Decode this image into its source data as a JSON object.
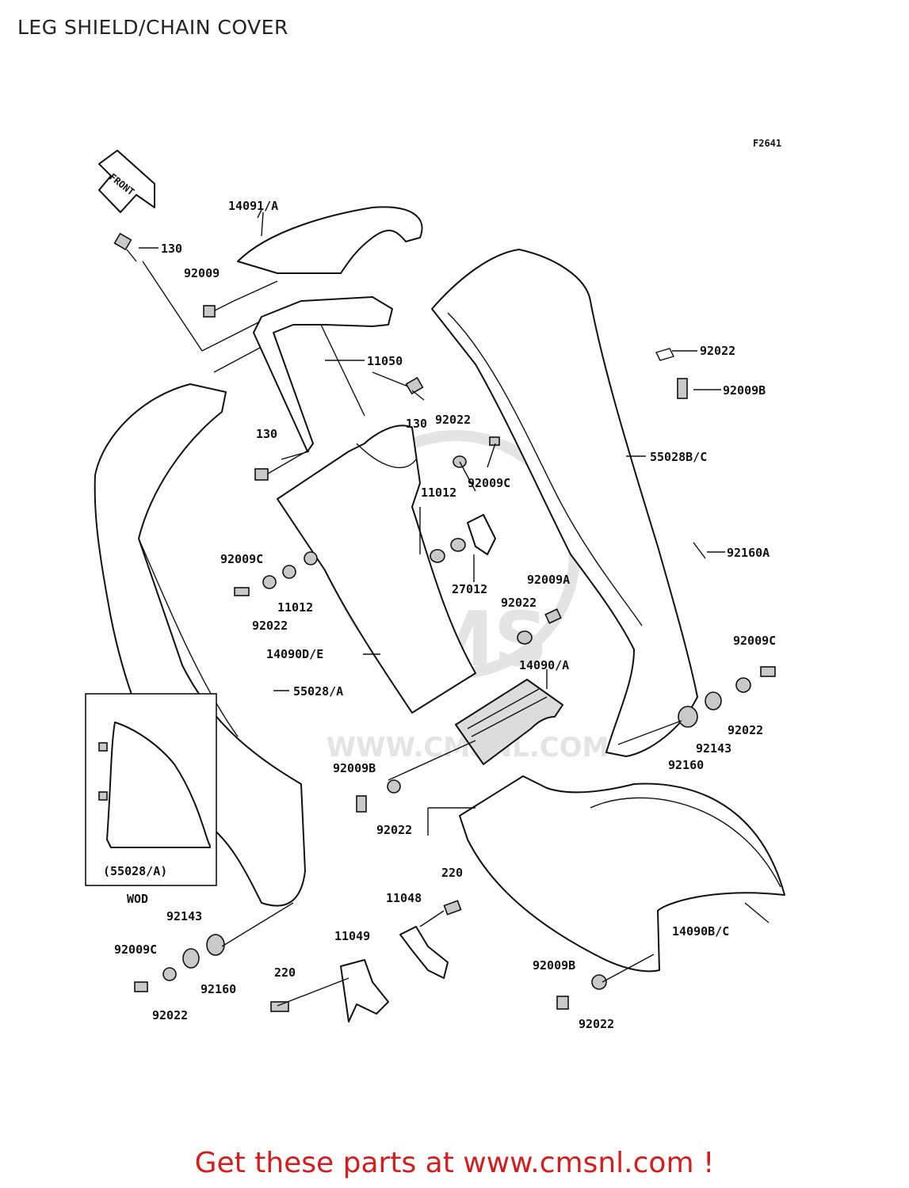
{
  "title": "LEG SHIELD/CHAIN COVER",
  "figure_id": "F2641",
  "front_label": "FRONT",
  "watermark": {
    "logo": "CMS",
    "url": "WWW.CMSNL.COM"
  },
  "inset": {
    "label": "(55028/A)",
    "caption": "WOD"
  },
  "labels": {
    "l14091a": "14091/A",
    "l130a": "130",
    "l92009a": "92009",
    "l11050": "11050",
    "l130b": "130",
    "l130c": "130",
    "l92022a": "92022",
    "l92009Ca": "92009C",
    "l11012a": "11012",
    "l27012": "27012",
    "l92009Cb": "92009C",
    "l11012b": "11012",
    "l92022b": "92022",
    "l14090de": "14090D/E",
    "l55028a": "55028/A",
    "l92009A": "92009A",
    "l92022c": "92022",
    "l14090a": "14090/A",
    "l92022d": "92022",
    "l92009Bd": "92009B",
    "l55028bc": "55028B/C",
    "l92160A": "92160A",
    "l92009Cc": "92009C",
    "l92022e": "92022",
    "l92143a": "92143",
    "l92160a": "92160",
    "l92009Be": "92009B",
    "l92022f": "92022",
    "l220a": "220",
    "l11048": "11048",
    "l11049": "11049",
    "l220b": "220",
    "l14090bc": "14090B/C",
    "l92009Bf": "92009B",
    "l92022g": "92022",
    "l92143b": "92143",
    "l92009Cd": "92009C",
    "l92160b": "92160",
    "l92022h": "92022"
  },
  "footer": "Get these parts at www.cmsnl.com !",
  "colors": {
    "footer_text": "#d61c1c",
    "watermark": "#e4e4e4"
  }
}
